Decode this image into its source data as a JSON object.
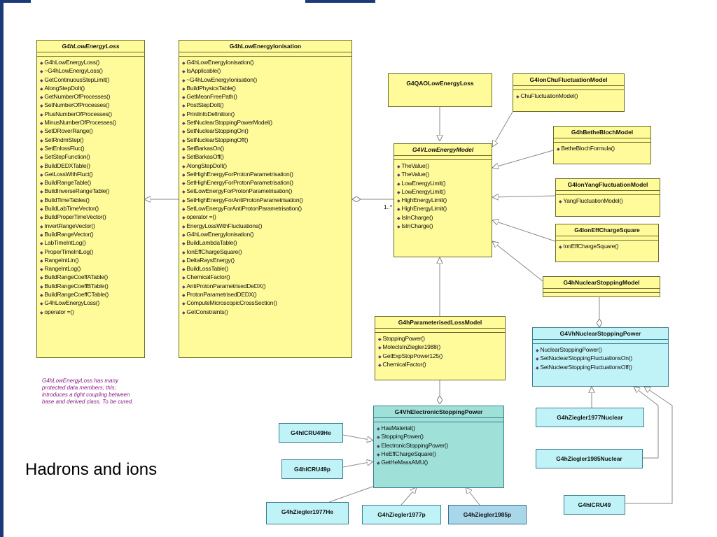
{
  "caption": "Hadrons and ions",
  "note": "G4hLowEnergyLoss has many protected data members; this; introduces a tight coupling between base and derived class. To be cured.",
  "multiplicity": "1..*",
  "classes": {
    "hlel": {
      "name": "G4hLowEnergyLoss",
      "ops": [
        "G4hLowEnergyLoss()",
        "~G4hLowEnergyLoss()",
        "GetContinuousStepLimit()",
        "AlongStepDoIt()",
        "GetNumberOfProcesses()",
        "SetNumberOfProcesses()",
        "PlusNumberOfProcesses()",
        "MinusNumberOfProcesses()",
        "SetDRoverRange()",
        "SetRndmStep()",
        "SetEnlossFluc()",
        "SetStepFunction()",
        "BuildDEDXTable()",
        "GetLossWithFluct()",
        "BuildRangeTable()",
        "BuildInverseRangeTable()",
        "BuildTimeTables()",
        "BuildLabTimeVector()",
        "BuildProperTimeVector()",
        "InvertRangeVector()",
        "BuildRangeVector()",
        "LabTimeIntLog()",
        "ProperTimeIntLog()",
        "RangeIntLin()",
        "RangeIntLog()",
        "BuildRangeCoeffATable()",
        "BuildRangeCoeffBTable()",
        "BuildRangeCoeffCTable()",
        "G4hLowEnergyLoss()",
        "operator =()"
      ]
    },
    "hlei": {
      "name": "G4hLowEnergyIonisation",
      "ops": [
        "G4hLowEnergyIonisation()",
        "IsApplicable()",
        "~G4hLowEnergyIonisation()",
        "BuildPhysicsTable()",
        "GetMeanFreePath()",
        "PostStepDoIt()",
        "PrintInfoDefinition()",
        "SetNuclearStoppingPowerModel()",
        "SetNuclearStoppingOn()",
        "SetNuclearStoppingOff()",
        "SetBarkasOn()",
        "SetBarkasOff()",
        "AlongStepDoIt()",
        "SetHighEnergyForProtonParametrisation()",
        "SetHighEnergyForProtonParametrisation()",
        "SetLowEnergyForProtonParametrisation()",
        "SetHighEnergyForAntiProtonParametrisation()",
        "SetLowEnergyForAntiProtonParametrisation()",
        "operator =()",
        "EnergyLossWithFluctuations()",
        "G4hLowEnergyIonisation()",
        "BuildLambdaTable()",
        "IonEffChargeSquare()",
        "DeltaRaysEnergy()",
        "BuildLossTable()",
        "ChemicalFactor()",
        "AntiProtonParametrisedDeDX()",
        "ProtonParametrisedDEDX()",
        "ComputeMicroscopicCrossSection()",
        "GetConstraints()"
      ]
    },
    "qao": {
      "name": "G4QAOLowEnergyLoss"
    },
    "chu": {
      "name": "G4IonChuFluctuationModel",
      "ops": [
        "ChuFluctuationModel()"
      ]
    },
    "bethe": {
      "name": "G4hBetheBlochModel",
      "ops": [
        "BetheBlochFormula()"
      ]
    },
    "yang": {
      "name": "G4IonYangFluctuationModel",
      "ops": [
        "YangFluctuationModel()"
      ]
    },
    "ioneff": {
      "name": "G4IonEffChargeSquare",
      "ops": [
        "IonEffChargeSquare()"
      ]
    },
    "vlem": {
      "name": "G4VLowEnergyModel",
      "ops": [
        "TheValue()",
        "TheValue()",
        "LowEnergyLimit()",
        "LowEnergyLimit()",
        "HighEnergyLimit()",
        "HighEnergyLimit()",
        "IsInCharge()",
        "IsInCharge()"
      ]
    },
    "nsm": {
      "name": "G4hNuclearStoppingModel"
    },
    "plm": {
      "name": "G4hParameterisedLossModel",
      "ops": [
        "StoppingPower()",
        "MolecIsInZiegler1988()",
        "GetExpStopPower125()",
        "ChemicalFactor()"
      ]
    },
    "vnsp": {
      "name": "G4VhNuclearStoppingPower",
      "ops": [
        "NuclearStoppingPower()",
        "SetNuclearStoppingFluctuationsOn()",
        "SetNuclearStoppingFluctuationsOff()"
      ]
    },
    "vesp": {
      "name": "G4VhElectronicStoppingPower",
      "ops": [
        "HasMaterial()",
        "StoppingPower()",
        "ElectronicStoppingPower()",
        "HeEffChargeSquare()",
        "GetHeMassAMU()"
      ]
    },
    "icru49he": {
      "name": "G4hICRU49He"
    },
    "icru49p": {
      "name": "G4hICRU49p"
    },
    "z77he": {
      "name": "G4hZiegler1977He"
    },
    "z77p": {
      "name": "G4hZiegler1977p"
    },
    "z85p": {
      "name": "G4hZiegler1985p"
    },
    "z77n": {
      "name": "G4hZiegler1977Nuclear"
    },
    "z85n": {
      "name": "G4hZiegler1985Nuclear"
    },
    "icru49n": {
      "name": "G4hICRU49"
    }
  }
}
